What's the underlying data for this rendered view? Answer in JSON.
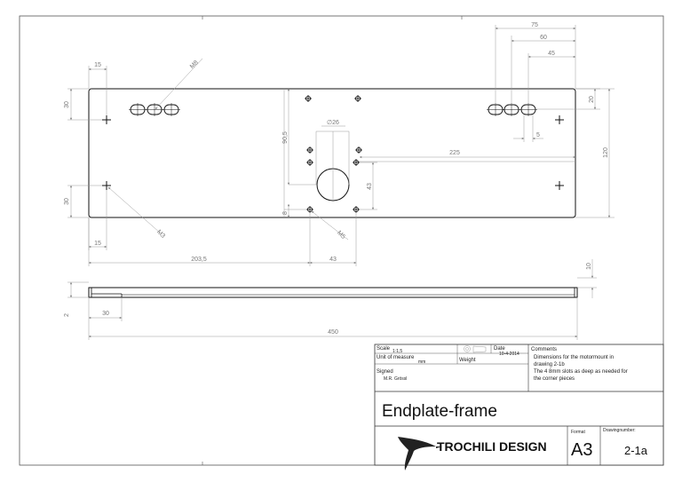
{
  "dimensions": {
    "d75": "75",
    "d60": "60",
    "d45": "45",
    "d20": "20",
    "d5": "5",
    "d120": "120",
    "d225": "225",
    "d43v": "43",
    "d8": "8",
    "d90_5": "90,5",
    "dia26": "∅26",
    "d15_top": "15",
    "d30_top": "30",
    "d30_bot": "30",
    "d15_bot": "15",
    "m8": "M8",
    "m3": "M3",
    "m5": "M5",
    "d203_5": "203,5",
    "d43h": "43",
    "d10": "10",
    "d2": "2",
    "d30_side": "30",
    "d450": "450"
  },
  "title_block": {
    "scale_label": "Scale",
    "scale_value": "1:1,5",
    "unit_label": "Unit of measure",
    "unit_value": "mm",
    "date_label": "Date",
    "date_value": "10-4-2014",
    "weight_label": "Weight",
    "signed_label": "Signed",
    "signed_value": "M.R. Grössl",
    "comments_label": "Comments",
    "comments_lines": [
      "Dimensions for the motormount in",
      "drawing 2-1b",
      "The 4 8mm slots as deep as needed for",
      "the corner pieces"
    ],
    "drawing_title": "Endplate-frame",
    "brand": "TROCHILI DESIGN",
    "format_label": "Format",
    "format_value": "A3",
    "drawingnumber_label": "Drawingnumber:",
    "drawingnumber_value": "2-1a"
  }
}
